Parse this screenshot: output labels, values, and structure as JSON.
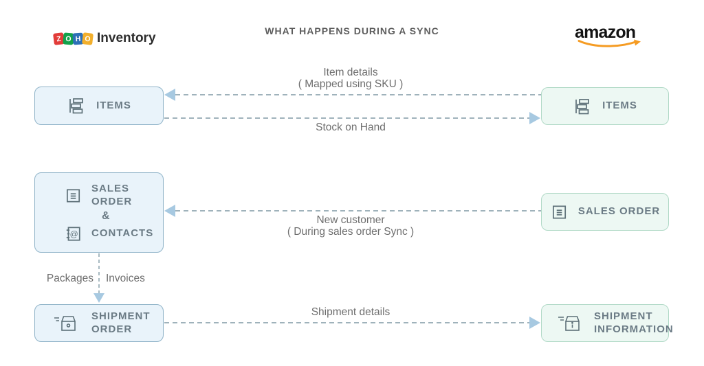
{
  "header": {
    "zoho_logo": {
      "tiles": [
        {
          "letter": "Z",
          "color": "#e23c39"
        },
        {
          "letter": "O",
          "color": "#12a24b"
        },
        {
          "letter": "H",
          "color": "#2d70b7"
        },
        {
          "letter": "O",
          "color": "#f2af2c"
        }
      ],
      "product": "Inventory"
    },
    "title": "WHAT HAPPENS DURING A SYNC",
    "amazon_logo": {
      "text": "amazon",
      "smile_color": "#f59b22"
    }
  },
  "zoho_column": {
    "items_box": {
      "label": "ITEMS"
    },
    "sales_contacts_box": {
      "sales_label": "SALES ORDER",
      "joiner": "&",
      "contacts_label": "CONTACTS"
    },
    "shipment_box": {
      "label": "SHIPMENT ORDER"
    }
  },
  "amazon_column": {
    "items_box": {
      "label": "ITEMS"
    },
    "sales_box": {
      "label": "SALES ORDER"
    },
    "shipment_box": {
      "label": "SHIPMENT INFORMATION"
    }
  },
  "flows": {
    "item_details": {
      "label": "Item details",
      "note": "( Mapped using SKU )",
      "direction": "amazon-to-zoho"
    },
    "stock_on_hand": {
      "label": "Stock on Hand",
      "direction": "zoho-to-amazon"
    },
    "new_customer": {
      "label": "New customer",
      "note": "( During sales order Sync )",
      "direction": "amazon-to-zoho"
    },
    "packages_invoices": {
      "left_label": "Packages",
      "right_label": "Invoices",
      "direction": "down"
    },
    "shipment_details": {
      "label": "Shipment details",
      "direction": "zoho-to-amazon"
    }
  },
  "palette": {
    "zoho_box_fill": "#e9f3fa",
    "zoho_box_border": "#8fb3c8",
    "amazon_box_fill": "#edf8f3",
    "amazon_box_border": "#b0d9c6",
    "dash_line": "#9fb2bb",
    "arrowhead": "#a7c9e1",
    "flow_text": "#6e6e6e",
    "box_text": "#6b7b85"
  }
}
